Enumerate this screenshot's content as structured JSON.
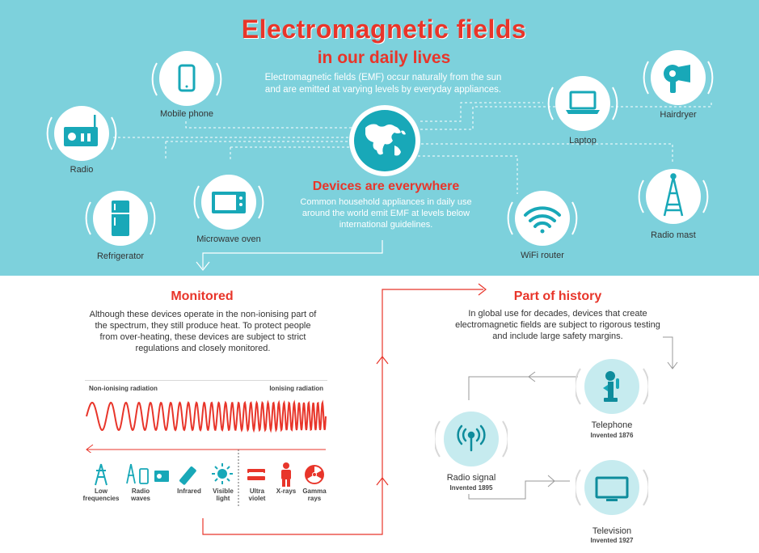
{
  "header": {
    "title_line1": "Electromagnetic fields",
    "title_line2": "in our daily lives",
    "intro": "Electromagnetic fields (EMF) occur naturally from the sun and are emitted at varying levels by everyday appliances."
  },
  "devices_section": {
    "heading": "Devices are everywhere",
    "text": "Common household appliances in daily use around the world emit EMF at levels below international guidelines."
  },
  "devices": [
    {
      "label": "Mobile phone",
      "icon": "mobile-phone-icon"
    },
    {
      "label": "Radio",
      "icon": "radio-icon"
    },
    {
      "label": "Refrigerator",
      "icon": "refrigerator-icon"
    },
    {
      "label": "Microwave oven",
      "icon": "microwave-icon"
    },
    {
      "label": "Laptop",
      "icon": "laptop-icon"
    },
    {
      "label": "Hairdryer",
      "icon": "hairdryer-icon"
    },
    {
      "label": "Radio mast",
      "icon": "radio-mast-icon"
    },
    {
      "label": "WiFi router",
      "icon": "wifi-icon"
    }
  ],
  "monitored": {
    "heading": "Monitored",
    "text": "Although these devices operate in the non-ionising part of the spectrum, they still produce heat. To protect people from over-heating, these devices are subject to strict regulations and closely monitored.",
    "spectrum": {
      "left_label": "Non-ionising radiation",
      "right_label": "Ionising radiation",
      "bands": [
        {
          "label": "Low frequencies",
          "icon": "pylon-icon"
        },
        {
          "label": "Radio waves",
          "icon": "radio-waves-icon"
        },
        {
          "label": "Infrared",
          "icon": "remote-control-icon"
        },
        {
          "label": "Visible light",
          "icon": "sun-icon"
        },
        {
          "label": "Ultra violet",
          "icon": "sunbed-icon"
        },
        {
          "label": "X-rays",
          "icon": "xray-icon"
        },
        {
          "label": "Gamma rays",
          "icon": "radiation-icon"
        }
      ]
    }
  },
  "history": {
    "heading": "Part of history",
    "text": "In global use for decades, devices that create electromagnetic fields are subject to rigorous testing and include large safety margins.",
    "items": [
      {
        "label": "Telephone",
        "date": "Invented 1876",
        "icon": "telephone-icon"
      },
      {
        "label": "Radio signal",
        "date": "Invented 1895",
        "icon": "radio-signal-icon"
      },
      {
        "label": "Television",
        "date": "Invented 1927",
        "icon": "television-icon"
      }
    ]
  },
  "colors": {
    "accent": "#e8352a",
    "teal": "#7dd1dc",
    "icon_teal": "#18a8b8",
    "dark_teal": "#0e8c9c"
  }
}
